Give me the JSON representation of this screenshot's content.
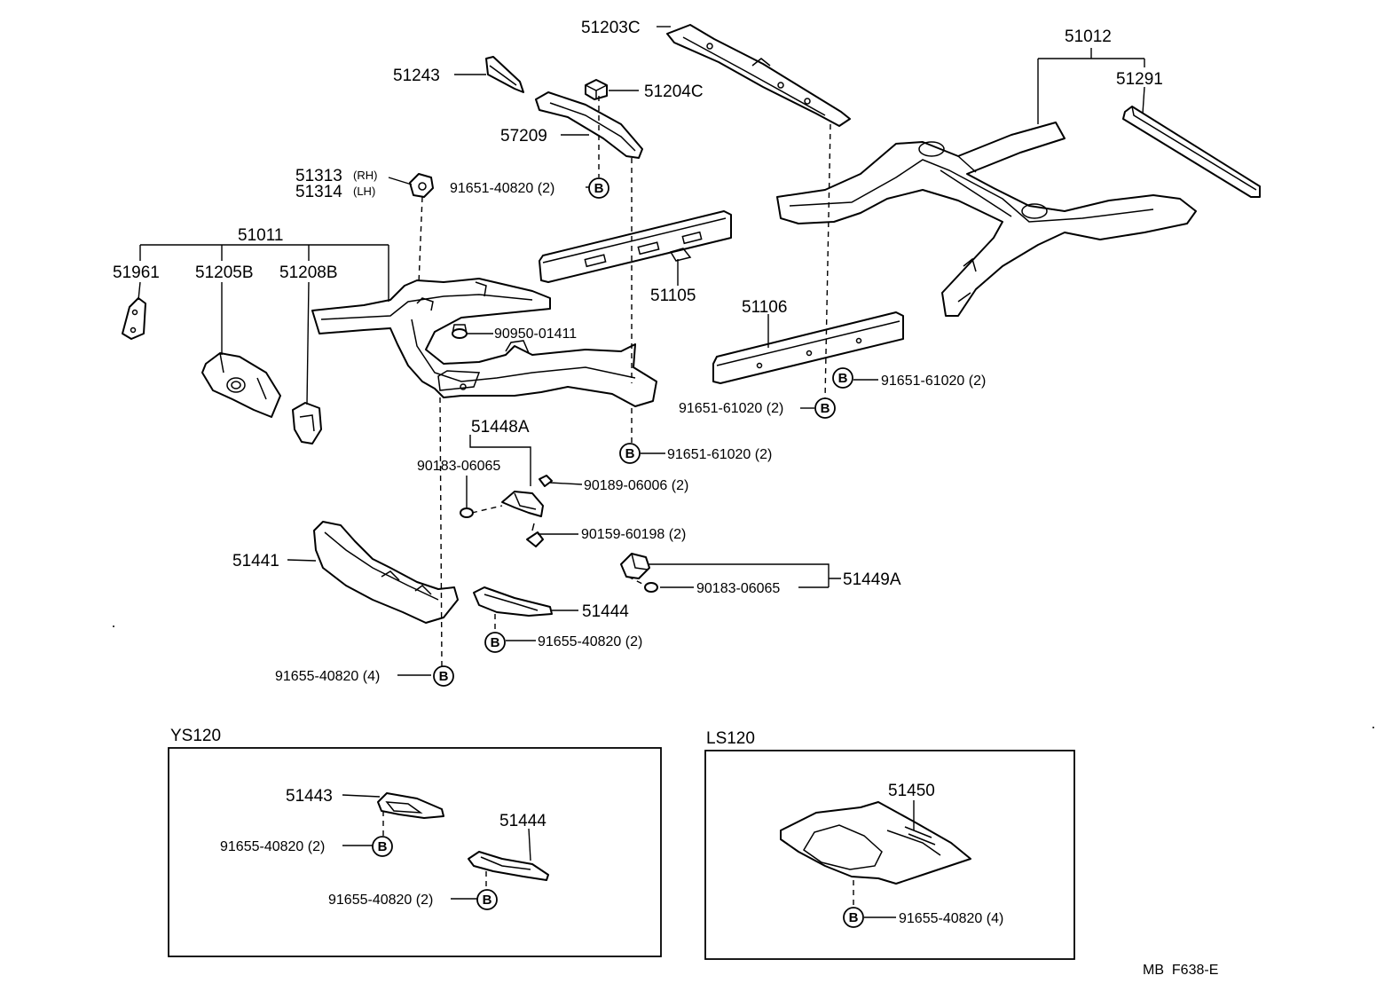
{
  "labels": {
    "p51203C": "51203C",
    "p51012": "51012",
    "p51243": "51243",
    "p51204C": "51204C",
    "p51291": "51291",
    "p57209": "57209",
    "p51313": "51313",
    "p51313_side": "(RH)",
    "p51314": "51314",
    "p51314_side": "(LH)",
    "p91651_40820": "91651-40820 (2)",
    "p51011": "51011",
    "p51961": "51961",
    "p51205B": "51205B",
    "p51208B": "51208B",
    "p51105": "51105",
    "p51106": "51106",
    "p90950_01411": "90950-01411",
    "p91651_61020_a": "91651-61020 (2)",
    "p91651_61020_b": "91651-61020 (2)",
    "p91651_61020_c": "91651-61020 (2)",
    "p51448A": "51448A",
    "p90183_06065_a": "90183-06065",
    "p90189_06006": "90189-06006 (2)",
    "p90159_60198": "90159-60198 (2)",
    "p51441": "51441",
    "p51449A": "51449A",
    "p90183_06065_b": "90183-06065",
    "p51444_main": "51444",
    "p91655_40820_2": "91655-40820 (2)",
    "p91655_40820_4": "91655-40820 (4)"
  },
  "marker": "B",
  "insets": {
    "ys120": {
      "title": "YS120",
      "p51443": "51443",
      "p51444": "51444",
      "bolt_a": "91655-40820 (2)",
      "bolt_b": "91655-40820 (2)"
    },
    "ls120": {
      "title": "LS120",
      "p51450": "51450",
      "bolt": "91655-40820 (4)"
    }
  },
  "footer": "MB  F638-E"
}
